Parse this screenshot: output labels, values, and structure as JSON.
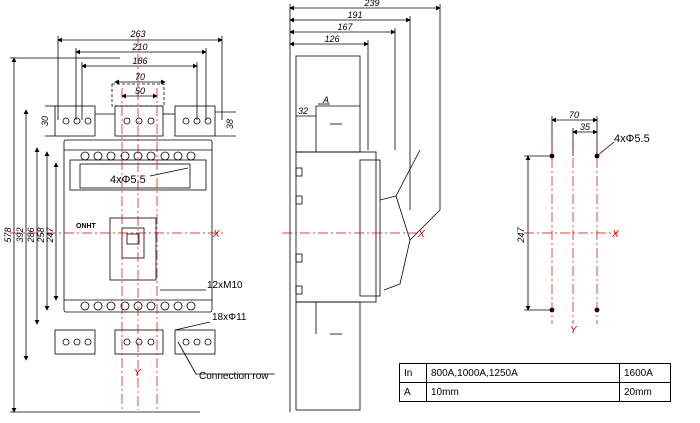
{
  "front_view": {
    "dims_top": [
      "263",
      "210",
      "186",
      "70",
      "50"
    ],
    "dims_left": [
      "578",
      "392",
      "286",
      "258",
      "247"
    ],
    "dim_30": "30",
    "dim_38": "38",
    "hole_label_top": "4xΦ5.5",
    "bolt_label": "12xM10",
    "hole_label_bottom": "18xΦ11",
    "connection_label": "Connection row",
    "brand": "ONHT",
    "axis_x": "X",
    "axis_y": "Y"
  },
  "side_view": {
    "dims_top": [
      "239",
      "191",
      "167",
      "126"
    ],
    "dim_32": "32",
    "section_label": "A",
    "axis_x": "X"
  },
  "mount_view": {
    "dim_70": "70",
    "dim_35": "35",
    "hole_label": "4xΦ5.5",
    "dim_247": "247",
    "axis_x": "X",
    "axis_y": "Y"
  },
  "spec_table": {
    "rows": [
      [
        "In",
        "800A,1000A,1250A",
        "1600A"
      ],
      [
        "A",
        "10mm",
        "20mm"
      ]
    ]
  }
}
